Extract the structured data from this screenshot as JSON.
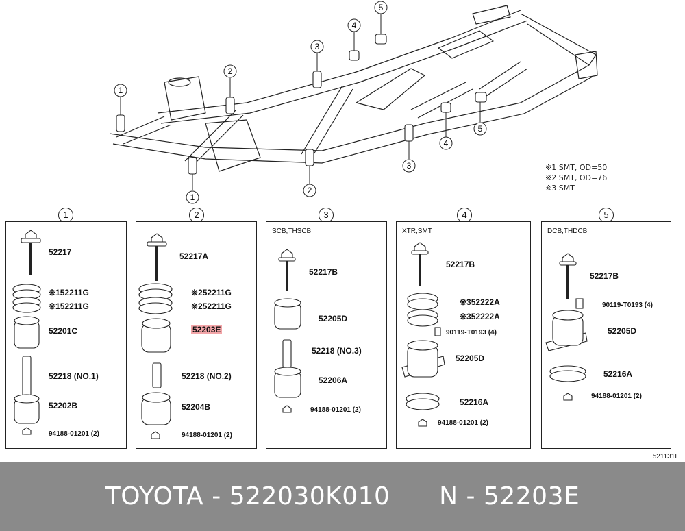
{
  "diagram": {
    "frame_callouts": [
      "1",
      "2",
      "3",
      "4",
      "5",
      "5",
      "4",
      "3",
      "2",
      "1"
    ],
    "notes": [
      "※1 SMT, OD=50",
      "※2 SMT, OD=76",
      "※3 SMT"
    ]
  },
  "columns": [
    {
      "num": "1",
      "title": "",
      "labels": [
        {
          "mark": "",
          "part": "52217"
        },
        {
          "mark": "※1",
          "part": "52211G"
        },
        {
          "mark": "※1",
          "part": "52211G"
        },
        {
          "mark": "",
          "part": "52201C"
        },
        {
          "mark": "",
          "part": "52218 (NO.1)"
        },
        {
          "mark": "",
          "part": "52202B"
        },
        {
          "mark": "",
          "part": "94188-01201 (2)"
        }
      ]
    },
    {
      "num": "2",
      "title": "",
      "labels": [
        {
          "mark": "",
          "part": "52217A"
        },
        {
          "mark": "※2",
          "part": "52211G"
        },
        {
          "mark": "※2",
          "part": "52211G"
        },
        {
          "mark": "",
          "part": "52203E"
        },
        {
          "mark": "",
          "part": "52218 (NO.2)"
        },
        {
          "mark": "",
          "part": "52204B"
        },
        {
          "mark": "",
          "part": "94188-01201 (2)"
        }
      ]
    },
    {
      "num": "3",
      "title": "SCB,THSCB",
      "labels": [
        {
          "mark": "",
          "part": "52217B"
        },
        {
          "mark": "",
          "part": "52205D"
        },
        {
          "mark": "",
          "part": "52218 (NO.3)"
        },
        {
          "mark": "",
          "part": "52206A"
        },
        {
          "mark": "",
          "part": "94188-01201 (2)"
        }
      ]
    },
    {
      "num": "4",
      "title": "XTR,SMT",
      "labels": [
        {
          "mark": "",
          "part": "52217B"
        },
        {
          "mark": "※3",
          "part": "52222A"
        },
        {
          "mark": "※3",
          "part": "52222A"
        },
        {
          "mark": "",
          "part": "90119-T0193 (4)"
        },
        {
          "mark": "",
          "part": "52205D"
        },
        {
          "mark": "",
          "part": "52216A"
        },
        {
          "mark": "",
          "part": "94188-01201 (2)"
        }
      ]
    },
    {
      "num": "5",
      "title": "DCB,THDCB",
      "labels": [
        {
          "mark": "",
          "part": "52217B"
        },
        {
          "mark": "",
          "part": "90119-T0193 (4)"
        },
        {
          "mark": "",
          "part": "52205D"
        },
        {
          "mark": "",
          "part": "52216A"
        },
        {
          "mark": "",
          "part": "94188-01201 (2)"
        }
      ]
    }
  ],
  "figure_id": "521131E",
  "footer": {
    "brand": "TOYOTA",
    "oem": "522030K010",
    "n": "N",
    "part": "52203E"
  },
  "colors": {
    "highlight": "#f3a6a9",
    "footer_bg": "#8a8a8a"
  }
}
